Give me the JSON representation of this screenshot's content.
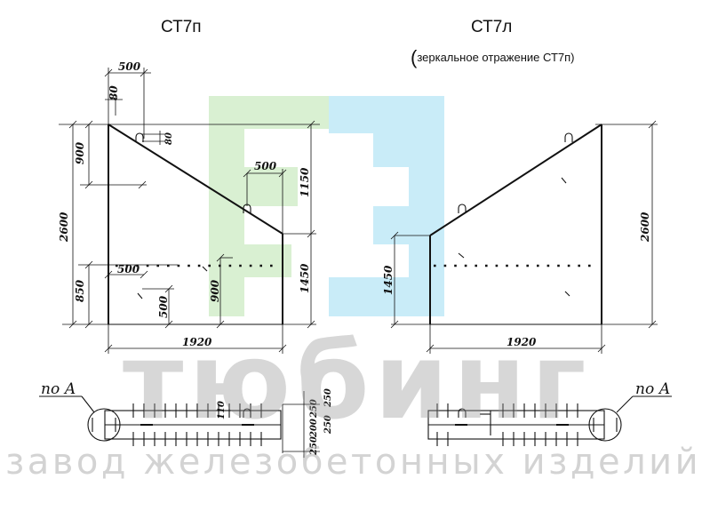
{
  "titles": {
    "left": "СТ7п",
    "right": "СТ7л",
    "right_subtitle_text": "зеркальное отражение СТ7п",
    "right_subtitle_open": "(",
    "right_subtitle_close": ")"
  },
  "dimensions": {
    "left_top_500": "500",
    "left_top_80": "80",
    "left_notch_80": "80",
    "left_900_upper": "900",
    "left_2600": "2600",
    "left_850": "850",
    "left_mid_500": "500",
    "left_1150": "1150",
    "left_1450": "1450",
    "left_lower_500_h": "500",
    "left_lower_500_v": "500",
    "left_900_lower": "900",
    "left_1920": "1920",
    "right_1450": "1450",
    "right_2600": "2600",
    "right_1920": "1920",
    "section_250": "250",
    "section_200": "200",
    "section_250b": "250",
    "section_250c": "250",
    "section_250d": "250",
    "section_110": "110"
  },
  "labels": {
    "po_a_left": "по А",
    "po_a_right": "по А"
  },
  "watermark": {
    "brand": "тюбинг",
    "tagline": "завод железобетонных изделий",
    "logo_green": "#d9f0d2",
    "logo_blue": "#c9ecf8"
  }
}
